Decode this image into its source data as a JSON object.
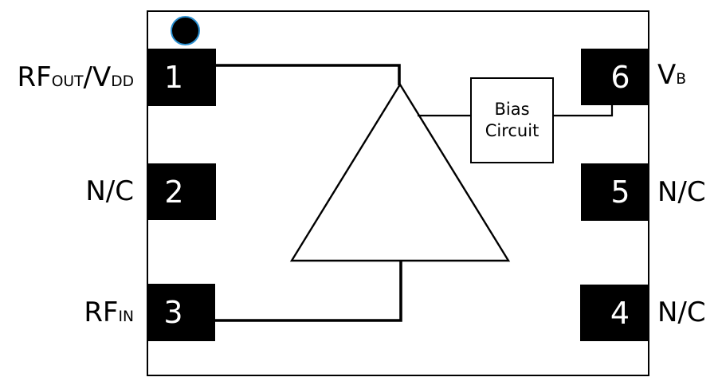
{
  "pins": [
    {
      "number": "1",
      "label": [
        {
          "t": "RF"
        },
        {
          "t": "OUT",
          "sub": true
        },
        {
          "t": "/V"
        },
        {
          "t": "DD",
          "sub": true
        }
      ]
    },
    {
      "number": "2",
      "label": [
        {
          "t": "N/C"
        }
      ]
    },
    {
      "number": "3",
      "label": [
        {
          "t": "RF"
        },
        {
          "t": "IN",
          "sub": true
        }
      ]
    },
    {
      "number": "4",
      "label": [
        {
          "t": "N/C"
        }
      ]
    },
    {
      "number": "5",
      "label": [
        {
          "t": "N/C"
        }
      ]
    },
    {
      "number": "6",
      "label": [
        {
          "t": "V"
        },
        {
          "t": "B",
          "sub": true
        }
      ]
    }
  ],
  "bias_circuit": {
    "line1": "Bias",
    "line2": "Circuit"
  },
  "colors": {
    "line": "#000000",
    "background": "#ffffff",
    "pin_fill": "#000000",
    "pin_number": "#ffffff",
    "dot_fill": "#000000",
    "dot_ring": "#2a8fd0"
  }
}
